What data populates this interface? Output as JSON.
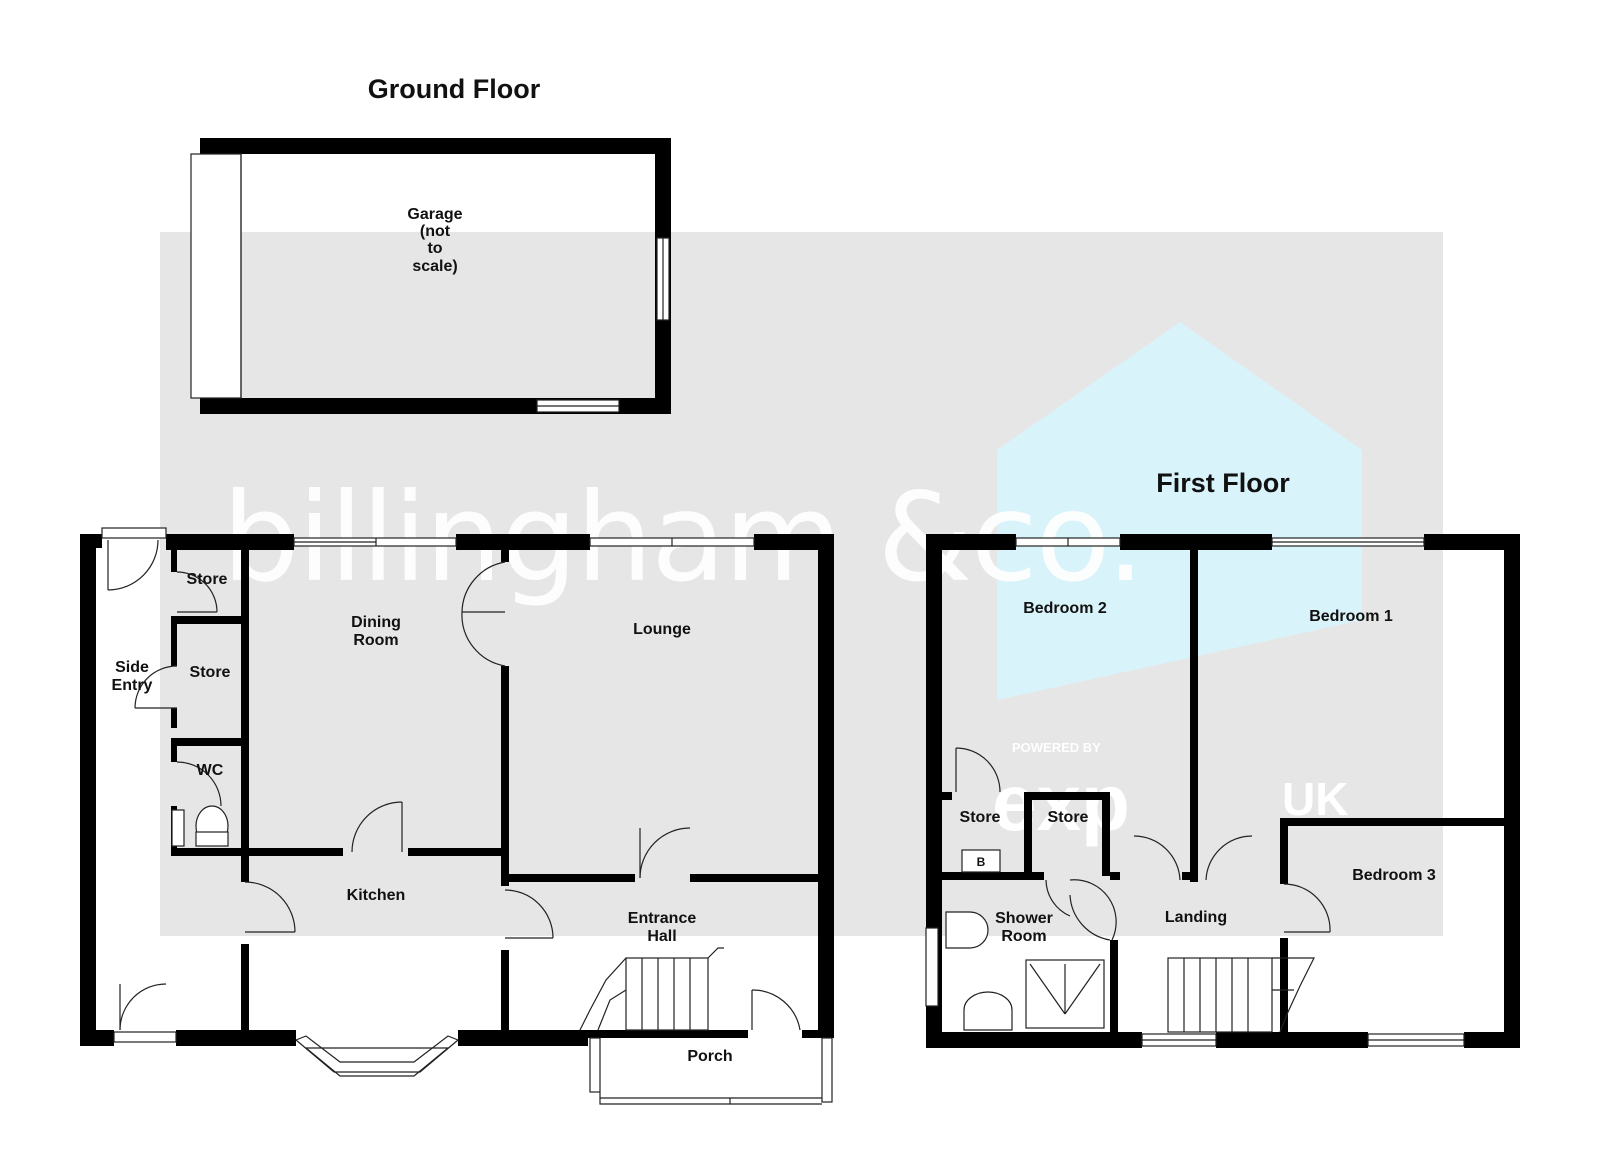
{
  "floors": {
    "ground": {
      "title": "Ground Floor"
    },
    "first": {
      "title": "First Floor"
    }
  },
  "rooms": {
    "garage": [
      "Garage",
      "(not",
      "to",
      "scale)"
    ],
    "store_top": "Store",
    "store_mid": "Store",
    "side_entry": [
      "Side",
      "Entry"
    ],
    "wc": "WC",
    "dining_room": [
      "Dining",
      "Room"
    ],
    "lounge": "Lounge",
    "kitchen": "Kitchen",
    "entrance_hall": [
      "Entrance",
      "Hall"
    ],
    "porch": "Porch",
    "bedroom_2": "Bedroom 2",
    "bedroom_1": "Bedroom 1",
    "bedroom_3": "Bedroom 3",
    "store_first_left": "Store",
    "store_first_right": "Store",
    "boiler_marker": "B",
    "shower_room": [
      "Shower",
      "Room"
    ],
    "landing": "Landing"
  },
  "watermark": {
    "brand": "billingham &co.",
    "powered_by": "POWERED BY",
    "exp": "exp",
    "region": "UK"
  },
  "colors": {
    "wall": "#000000",
    "watermark_band": "#e6e6e6",
    "watermark_house": "#d9f3fb"
  }
}
